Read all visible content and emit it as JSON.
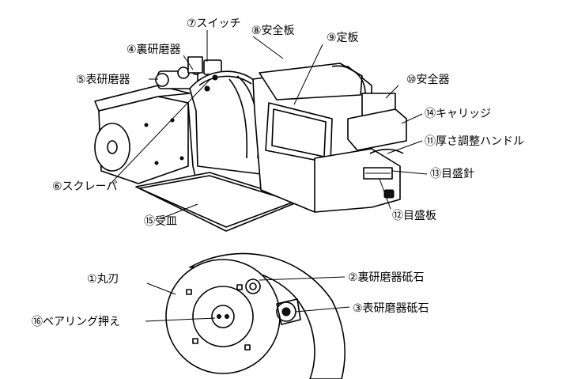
{
  "labels": {
    "l7": "⑦スイッチ",
    "l8": "⑧安全板",
    "l9": "⑨定板",
    "l4": "④裏研磨器",
    "l5": "⑤表研磨器",
    "l10": "⑩安全器",
    "l14": "⑭キャリッジ",
    "l11": "⑪厚さ調整ハンドル",
    "l13": "⑬目盛針",
    "l6": "⑥スクレーパ",
    "l12": "⑫目盛板",
    "l15": "⑮受皿",
    "l1": "①丸刃",
    "l2": "②裏研磨器砥石",
    "l3": "③表研磨器砥石",
    "l16": "⑯ベアリング押え"
  }
}
